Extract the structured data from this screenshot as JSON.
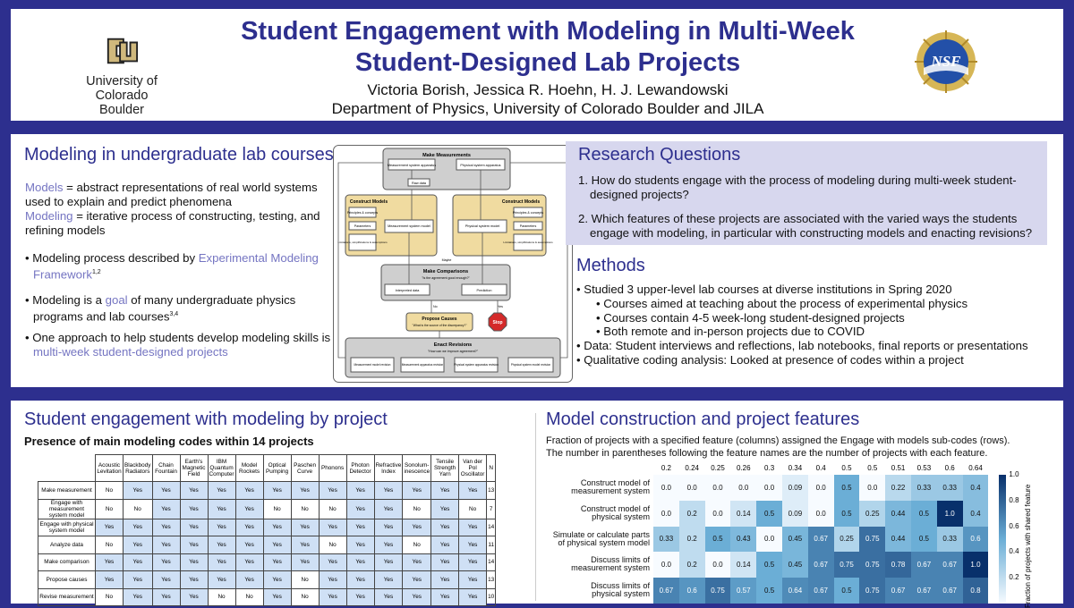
{
  "header": {
    "title_line1": "Student Engagement with Modeling in Multi-Week",
    "title_line2": "Student-Designed Lab Projects",
    "authors": "Victoria Borish, Jessica R. Hoehn, H. J. Lewandowski",
    "affiliation": "Department of Physics, University of Colorado Boulder and JILA",
    "cu_name_1": "University of Colorado",
    "cu_name_2": "Boulder",
    "nsf_text": "NSF"
  },
  "modeling": {
    "title": "Modeling in undergraduate lab courses",
    "models_term": "Models",
    "models_def": " = abstract representations of real world systems used to explain and predict phenomena",
    "modeling_term": "Modeling",
    "modeling_def": " = iterative process of constructing, testing, and refining models",
    "b1_text": "Modeling process described by ",
    "b1_link": "Experimental Modeling Framework",
    "b1_sup": "1,2",
    "b2_text1": "Modeling is a ",
    "b2_link": "goal",
    "b2_text2": " of many undergraduate physics programs and lab courses",
    "b2_sup": "3,4",
    "b3_text": "One approach to help students develop modeling skills is ",
    "b3_link": "multi-week student-designed projects"
  },
  "diagram": {
    "make_measurements": "Make Measurements",
    "meas_app": "Measurement system apparatus",
    "phys_app": "Physical system apparatus",
    "raw_data": "Raw data",
    "construct_models": "Construct Models",
    "principles": "Principles & concepts",
    "parameters": "Parameters",
    "limitations": "Limitations, simplifications & assumptions",
    "meas_model": "Measurement system model",
    "phys_model": "Physical system model",
    "maybe": "Maybe",
    "make_comparisons": "Make Comparisons",
    "comp_q": "\"Is the agreement good enough?\"",
    "interp_data": "Interpreted data",
    "prediction": "Prediction",
    "no": "No",
    "yes": "Yes",
    "propose_causes": "Propose Causes",
    "cause_q": "\"What is the source of the discrepancy?\"",
    "stop": "Stop",
    "enact_revisions": "Enact Revisions",
    "rev_q": "\"How can we improve agreement?\"",
    "rev1": "Measurement model revision",
    "rev2": "Measurement apparatus revision",
    "rev3": "Physical system apparatus revision",
    "rev4": "Physical system model revision"
  },
  "rq": {
    "title": "Research Questions",
    "q1": "1. How do students engage with the process of modeling during multi-week student-designed projects?",
    "q2": "2. Which features of these projects are associated with the varied ways the students engage with modeling, in particular with constructing models and enacting revisions?"
  },
  "methods": {
    "title": "Methods",
    "items": [
      "Studied 3 upper-level lab courses at diverse institutions in Spring 2020",
      "Courses aimed at teaching about the process of experimental physics",
      "Courses contain 4-5 week-long student-designed projects",
      "Both remote and in-person projects due to COVID",
      "Data: Student interviews and reflections, lab notebooks, final reports or presentations",
      "Qualitative coding analysis: Looked at presence of codes within a project"
    ]
  },
  "engagement": {
    "title": "Student engagement with modeling by project",
    "subtitle": "Presence of main modeling codes within 14 projects",
    "columns": [
      "Acoustic Levitation",
      "Blackbody Radiators",
      "Chain Fountain",
      "Earth's Magnetic Field",
      "IBM Quantum Computer",
      "Model Rockets",
      "Optical Pumping",
      "Paschen Curve",
      "Phonons",
      "Photon Detector",
      "Refractive Index",
      "Sonolum-inescence",
      "Tensile Strength Yarn",
      "Van der Pol Oscillator",
      "N"
    ],
    "rows": [
      {
        "label": "Make measurement",
        "cells": [
          "No",
          "Yes",
          "Yes",
          "Yes",
          "Yes",
          "Yes",
          "Yes",
          "Yes",
          "Yes",
          "Yes",
          "Yes",
          "Yes",
          "Yes",
          "Yes"
        ],
        "n": "13"
      },
      {
        "label": "Engage with measurement system model",
        "cells": [
          "No",
          "No",
          "Yes",
          "Yes",
          "Yes",
          "Yes",
          "No",
          "No",
          "No",
          "Yes",
          "Yes",
          "No",
          "Yes",
          "No"
        ],
        "n": "7"
      },
      {
        "label": "Engage with physical system model",
        "cells": [
          "Yes",
          "Yes",
          "Yes",
          "Yes",
          "Yes",
          "Yes",
          "Yes",
          "Yes",
          "Yes",
          "Yes",
          "Yes",
          "Yes",
          "Yes",
          "Yes"
        ],
        "n": "14"
      },
      {
        "label": "Analyze data",
        "cells": [
          "No",
          "Yes",
          "Yes",
          "Yes",
          "Yes",
          "Yes",
          "Yes",
          "Yes",
          "No",
          "Yes",
          "Yes",
          "No",
          "Yes",
          "Yes"
        ],
        "n": "11"
      },
      {
        "label": "Make comparison",
        "cells": [
          "Yes",
          "Yes",
          "Yes",
          "Yes",
          "Yes",
          "Yes",
          "Yes",
          "Yes",
          "Yes",
          "Yes",
          "Yes",
          "Yes",
          "Yes",
          "Yes"
        ],
        "n": "14"
      },
      {
        "label": "Propose causes",
        "cells": [
          "Yes",
          "Yes",
          "Yes",
          "Yes",
          "Yes",
          "Yes",
          "Yes",
          "No",
          "Yes",
          "Yes",
          "Yes",
          "Yes",
          "Yes",
          "Yes"
        ],
        "n": "13"
      },
      {
        "label": "Revise measurement",
        "cells": [
          "No",
          "Yes",
          "Yes",
          "Yes",
          "No",
          "No",
          "Yes",
          "No",
          "Yes",
          "Yes",
          "Yes",
          "Yes",
          "Yes",
          "Yes"
        ],
        "n": "10"
      }
    ]
  },
  "features": {
    "title": "Model construction and project features",
    "desc1": "Fraction of projects with a specified feature (columns) assigned the Engage with models sub-codes (rows).",
    "desc2": "The number in parentheses following the feature names are the number of projects with each feature.",
    "colorbar_label": "Fraction of projects with shared feature",
    "colorbar_ticks": [
      "1.0",
      "0.8",
      "0.6",
      "0.4",
      "0.2"
    ]
  },
  "chart_data": {
    "type": "heatmap",
    "x": [
      "0.2",
      "0.24",
      "0.25",
      "0.26",
      "0.3",
      "0.34",
      "0.4",
      "0.5",
      "0.5",
      "0.51",
      "0.53",
      "0.6",
      "0.64"
    ],
    "y": [
      "Construct model of measurement system",
      "Construct model of physical system",
      "Simulate or calculate parts of physical system model",
      "Discuss limits of measurement system",
      "Discuss limits of physical system"
    ],
    "values": [
      [
        0.0,
        0.0,
        0.0,
        0.0,
        0.0,
        0.09,
        0.0,
        0.5,
        0.0,
        0.22,
        0.33,
        0.33,
        0.4
      ],
      [
        0.0,
        0.2,
        0.0,
        0.14,
        0.5,
        0.09,
        0.0,
        0.5,
        0.25,
        0.44,
        0.5,
        1.0,
        0.4
      ],
      [
        0.33,
        0.2,
        0.5,
        0.43,
        0.0,
        0.45,
        0.67,
        0.25,
        0.75,
        0.44,
        0.5,
        0.33,
        0.6
      ],
      [
        0.0,
        0.2,
        0.0,
        0.14,
        0.5,
        0.45,
        0.67,
        0.75,
        0.75,
        0.78,
        0.67,
        0.67,
        1.0
      ],
      [
        0.67,
        0.6,
        0.75,
        0.57,
        0.5,
        0.64,
        0.67,
        0.5,
        0.75,
        0.67,
        0.67,
        0.67,
        0.8
      ]
    ],
    "zlim": [
      0,
      1
    ],
    "colormap": "Blues"
  }
}
